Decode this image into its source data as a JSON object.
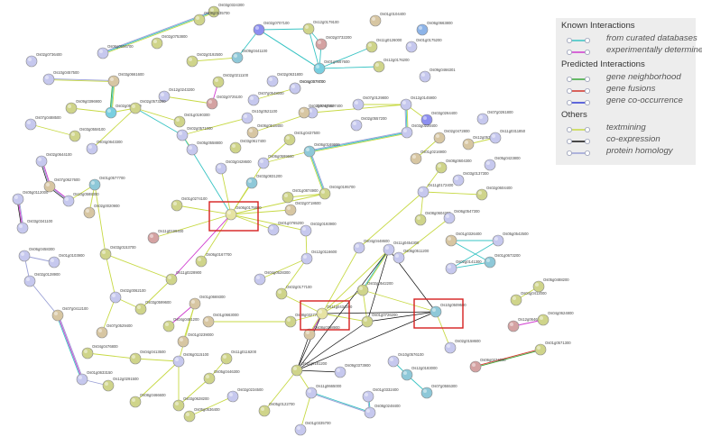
{
  "legend": {
    "known_title": "Known Interactions",
    "known": [
      {
        "label": "from curated databases",
        "color": "#39c4c4"
      },
      {
        "label": "experimentally determined",
        "color": "#cf3acf"
      }
    ],
    "predicted_title": "Predicted Interactions",
    "predicted": [
      {
        "label": "gene neighborhood",
        "color": "#3aa83a"
      },
      {
        "label": "gene fusions",
        "color": "#d2342b"
      },
      {
        "label": "gene co-occurrence",
        "color": "#2e3bd6"
      }
    ],
    "others_title": "Others",
    "others": [
      {
        "label": "textmining",
        "color": "#c7d944"
      },
      {
        "label": "co-expression",
        "color": "#111111"
      },
      {
        "label": "protein homology",
        "color": "#9aa0d6"
      }
    ]
  },
  "highlighted": [
    "Os06g0175800",
    "Os11g0434200",
    "Os10g0509500"
  ],
  "nodes": [
    {
      "id": "Os03g0324300",
      "c": "#c9cf86"
    },
    {
      "id": "Os06g0506700",
      "c": "#c6c8ee"
    },
    {
      "id": "Os08g0135700",
      "c": "#cfd48a"
    },
    {
      "id": "Os02g0707100",
      "c": "#8d8ff0"
    },
    {
      "id": "Os12g0179100",
      "c": "#cfd48a"
    },
    {
      "id": "Os01g0104400",
      "c": "#d7c6a2"
    },
    {
      "id": "Os06g0663800",
      "c": "#8db4e8"
    },
    {
      "id": "Os02g0753800",
      "c": "#cfd48a"
    },
    {
      "id": "Os09g0441100",
      "c": "#8ec8d8"
    },
    {
      "id": "Os02g0732200",
      "c": "#d4a2a2"
    },
    {
      "id": "Os11g0126000",
      "c": "#cfd48a"
    },
    {
      "id": "Os01g0175200",
      "c": "#c6c8ee"
    },
    {
      "id": "Os02g0736400",
      "c": "#c6c8ee"
    },
    {
      "id": "Os02g0192500",
      "c": "#cfd48a"
    },
    {
      "id": "Os01g0667600",
      "c": "#79cfe0"
    },
    {
      "id": "Os12g0176200",
      "c": "#cfd48a"
    },
    {
      "id": "Os09g0466301",
      "c": "#c6c8ee"
    },
    {
      "id": "Os10g0457500",
      "c": "#c6c8ee"
    },
    {
      "id": "Os03g0661600",
      "c": "#d7c6a2"
    },
    {
      "id": "Os02g0211100",
      "c": "#cfd48a"
    },
    {
      "id": "Os02g0631800",
      "c": "#c6c8ee"
    },
    {
      "id": "Os12g0243200",
      "c": "#c6c8ee"
    },
    {
      "id": "Os02g0725100",
      "c": "#d4a2a2"
    },
    {
      "id": "Os04g0379700",
      "c": "#d7c6a2"
    },
    {
      "id": "Os09g0396900",
      "c": "#cfd48a"
    },
    {
      "id": "Os02g0577200",
      "c": "#79cfe0"
    },
    {
      "id": "Os07g0548000",
      "c": "#c6c8ee"
    },
    {
      "id": "Os04g0627400",
      "c": "#c6c8ee"
    },
    {
      "id": "Os07g0129800",
      "c": "#c6c8ee"
    },
    {
      "id": "Os12g0145900",
      "c": "#c6c8ee"
    },
    {
      "id": "Os03g0264400",
      "c": "#8d8ff0"
    },
    {
      "id": "Os02g0573200",
      "c": "#cfd48a"
    },
    {
      "id": "Os01g0190300",
      "c": "#cfd48a"
    },
    {
      "id": "Os10g0521100",
      "c": "#c6c8ee"
    },
    {
      "id": "Os02g0747400",
      "c": "#d7c6a2"
    },
    {
      "id": "Os02g0557200",
      "c": "#c6c8ee"
    },
    {
      "id": "Os07g0488500",
      "c": "#c6c8ee"
    },
    {
      "id": "Os03g0558100",
      "c": "#cfd48a"
    },
    {
      "id": "Os06g0518400",
      "c": "#d7c6a2"
    },
    {
      "id": "Os03g0228400",
      "c": "#c6c8ee"
    },
    {
      "id": "Os02g0472800",
      "c": "#d7c6a2"
    },
    {
      "id": "Os07g0261800",
      "c": "#c6c8ee"
    },
    {
      "id": "Os02g0571000",
      "c": "#c6c8ee"
    },
    {
      "id": "Os01g0437500",
      "c": "#cfd48a"
    },
    {
      "id": "Os12g0532600",
      "c": "#d7c6a2"
    },
    {
      "id": "Os11g0311850",
      "c": "#c6c8ee"
    },
    {
      "id": "Os04g0643300",
      "c": "#c6c8ee"
    },
    {
      "id": "Os05g0558800",
      "c": "#c6c8ee"
    },
    {
      "id": "Os03g0617400",
      "c": "#cfd48a"
    },
    {
      "id": "Os06g0169900",
      "c": "#8ec8d8"
    },
    {
      "id": "Os01g0216900",
      "c": "#d7c6a2"
    },
    {
      "id": "Os05g0423800",
      "c": "#c6c8ee"
    },
    {
      "id": "Os02g0644100",
      "c": "#c6c8ee"
    },
    {
      "id": "Os08g0604300",
      "c": "#cfd48a"
    },
    {
      "id": "Os07g0627600",
      "c": "#d7c6a2"
    },
    {
      "id": "Os03g0137300",
      "c": "#c6c8ee"
    },
    {
      "id": "Os01g0577700",
      "c": "#8ec8d8"
    },
    {
      "id": "Os03g0428600",
      "c": "#c6c8ee"
    },
    {
      "id": "Os06g0599600",
      "c": "#c6c8ee"
    },
    {
      "id": "Os05g0112000",
      "c": "#c6c8ee"
    },
    {
      "id": "Os03g0831200",
      "c": "#8ec8d8"
    },
    {
      "id": "Os11g0172400",
      "c": "#c6c8ee"
    },
    {
      "id": "Os02g0604400",
      "c": "#cfd48a"
    },
    {
      "id": "Os01g0874900",
      "c": "#cfd48a"
    },
    {
      "id": "Os04g0195700",
      "c": "#cfd48a"
    },
    {
      "id": "Os01g0274100",
      "c": "#cfd48a"
    },
    {
      "id": "Os06g0175800",
      "c": "#e6e3a2"
    },
    {
      "id": "Os02g0718600",
      "c": "#d7c6a2"
    },
    {
      "id": "Os10g0588300",
      "c": "#c6c8ee"
    },
    {
      "id": "Os02g0020900",
      "c": "#d7c6a2"
    },
    {
      "id": "Os08g0604200",
      "c": "#cfd48a"
    },
    {
      "id": "Os06g0547300",
      "c": "#c6c8ee"
    },
    {
      "id": "Os01g0765200",
      "c": "#c6c8ee"
    },
    {
      "id": "Os02g0193900",
      "c": "#c6c8ee"
    },
    {
      "id": "Os01g0326400",
      "c": "#d7c6a2"
    },
    {
      "id": "Os05g0542500",
      "c": "#c6c8ee"
    },
    {
      "id": "Os03g0341100",
      "c": "#c6c8ee"
    },
    {
      "id": "Os11g0199400",
      "c": "#d4a2a2"
    },
    {
      "id": "Os03g0153700",
      "c": "#cfd48a"
    },
    {
      "id": "Os04g0448600",
      "c": "#c6c8ee"
    },
    {
      "id": "Os11g0454300",
      "c": "#c6c8ee"
    },
    {
      "id": "Os06g0511200",
      "c": "#c6c8ee"
    },
    {
      "id": "Os06g0458300",
      "c": "#c6c8ee"
    },
    {
      "id": "Os01g0103900",
      "c": "#c6c8ee"
    },
    {
      "id": "Os02g0128900",
      "c": "#c6c8ee"
    },
    {
      "id": "Os06g0167700",
      "c": "#cfd48a"
    },
    {
      "id": "Os12g0116600",
      "c": "#c6c8ee"
    },
    {
      "id": "Os01g0673200",
      "c": "#8ec8d8"
    },
    {
      "id": "Os02g0141300",
      "c": "#c6c8ee"
    },
    {
      "id": "Os11g0228900",
      "c": "#cfd48a"
    },
    {
      "id": "Os04g0528300",
      "c": "#c6c8ee"
    },
    {
      "id": "Os02g0062100",
      "c": "#c6c8ee"
    },
    {
      "id": "Os02g0542200",
      "c": "#cfd48a"
    },
    {
      "id": "Os07g0412100",
      "c": "#d7c6a2"
    },
    {
      "id": "Os01g0669300",
      "c": "#d7c6a2"
    },
    {
      "id": "Os02g0177100",
      "c": "#cfd48a"
    },
    {
      "id": "Os05g0488200",
      "c": "#cfd48a"
    },
    {
      "id": "Os04g0412000",
      "c": "#cfd48a"
    },
    {
      "id": "Os03g0599600",
      "c": "#cfd48a"
    },
    {
      "id": "Os07g0529400",
      "c": "#d7c6a2"
    },
    {
      "id": "Os01g0663000",
      "c": "#d7c6a2"
    },
    {
      "id": "Os08g0327700",
      "c": "#cfd48a"
    },
    {
      "id": "Os11g0434200",
      "c": "#e6e3a2"
    },
    {
      "id": "Os04g0481200",
      "c": "#cfd48a"
    },
    {
      "id": "Os01g0239000",
      "c": "#d7c6a2"
    },
    {
      "id": "Os08g0398900",
      "c": "#d7c6a2"
    },
    {
      "id": "Os01g0726200",
      "c": "#cfd48a"
    },
    {
      "id": "Os10g0509500",
      "c": "#8ec8d8"
    },
    {
      "id": "Os12g0646700",
      "c": "#d4a2a2"
    },
    {
      "id": "Os04g0624800",
      "c": "#cfd48a"
    },
    {
      "id": "Os04g0476800",
      "c": "#cfd48a"
    },
    {
      "id": "Os04g0413500",
      "c": "#cfd48a"
    },
    {
      "id": "Os06g0115100",
      "c": "#c6c8ee"
    },
    {
      "id": "Os11g0116200",
      "c": "#cfd48a"
    },
    {
      "id": "Os02g0158600",
      "c": "#c6c8ee"
    },
    {
      "id": "Os01g0571300",
      "c": "#cfd48a"
    },
    {
      "id": "Os11g0181200",
      "c": "#cfd48a"
    },
    {
      "id": "Os01g0633150",
      "c": "#c6c8ee"
    },
    {
      "id": "Os12g0291500",
      "c": "#cfd48a"
    },
    {
      "id": "Os05g0446300",
      "c": "#cfd48a"
    },
    {
      "id": "Os09g0373900",
      "c": "#c6c8ee"
    },
    {
      "id": "Os10g0576100",
      "c": "#c6c8ee"
    },
    {
      "id": "Os12g0183000",
      "c": "#8ec8d8"
    },
    {
      "id": "Os06g0274000",
      "c": "#d4a2a2"
    },
    {
      "id": "Os03g0628200",
      "c": "#cfd48a"
    },
    {
      "id": "Os08g0466600",
      "c": "#cfd48a"
    },
    {
      "id": "Os02g0234500",
      "c": "#c6c8ee"
    },
    {
      "id": "Os07g0555300",
      "c": "#8ec8d8"
    },
    {
      "id": "Os11g0665000",
      "c": "#c6c8ee"
    },
    {
      "id": "Os05g0536400",
      "c": "#cfd48a"
    },
    {
      "id": "Os05g0122700",
      "c": "#cfd48a"
    },
    {
      "id": "Os01g0335700",
      "c": "#c6c8ee"
    },
    {
      "id": "Os08g0248400",
      "c": "#c6c8ee"
    },
    {
      "id": "Os01g0332400",
      "c": "#c6c8ee"
    },
    {
      "id": "Os04g0579100",
      "c": "#c6c8ee"
    },
    {
      "id": "Os04g0412000b",
      "c": "#cfd48a"
    }
  ]
}
